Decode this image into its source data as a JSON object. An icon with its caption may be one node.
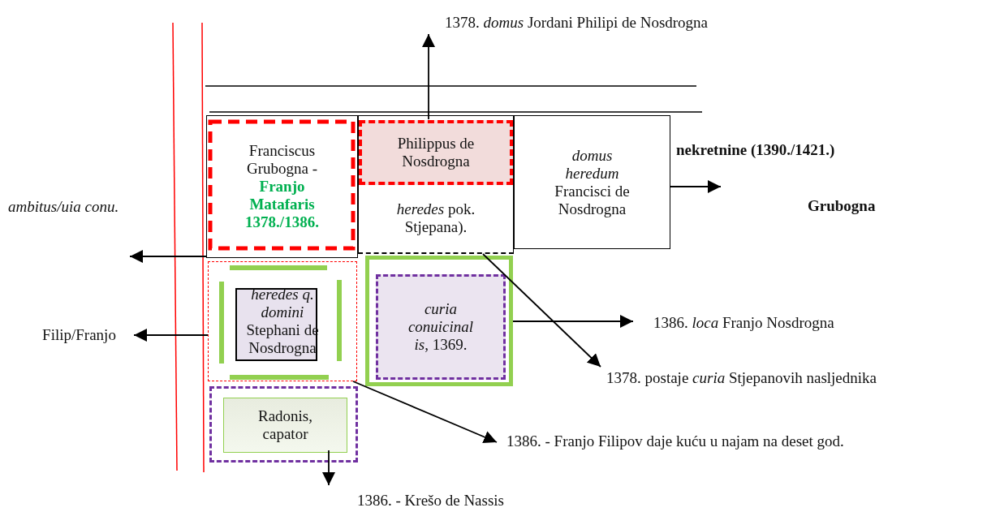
{
  "diagram": {
    "nodes": [
      {
        "text": [
          "Franciscus Grubogna -",
          "Franjo Matafaris 1378./1386."
        ]
      },
      {
        "text": [
          "*heredes* pok. Stjepana)."
        ]
      },
      {
        "text": [
          "Philippus de Nosdrogna"
        ],
        "in": 1
      },
      {
        "text": [
          "*domus heredum* Francisci de Nosdrogna"
        ],
        "beside": [
          "nekretnine (1390./1421.)"
        ]
      },
      {
        "text": [
          "*heredes q. domini* Stephani de Nosdrogna"
        ]
      },
      {
        "text": [],
        "shape": "box"
      },
      {
        "text": [
          "*curia conuicinal is*, 1369."
        ],
        "in": 5
      },
      {
        "text": [],
        "shape": "box"
      },
      {
        "text": [
          "Radonis, capator"
        ],
        "in": 7
      },
      {
        "text": [
          "1378. *domus* Jordani Philipi de Nosdrogna"
        ]
      },
      {
        "text": [
          "Filip/Franjo"
        ]
      },
      {
        "text": [
          "1386. *loca* Franjo Nosdrogna"
        ]
      },
      {
        "text": [
          "1378. postaje *curia* Stjepanovih nasljednika"
        ]
      },
      {
        "text": [
          "1386. - Franjo Filipov daje kuću u najam na deset god."
        ]
      },
      {
        "text": [
          "1386. - Krešo de Nassis"
        ]
      }
    ],
    "edges": [
      {
        "from": 2,
        "to": 9,
        "arrow": "to"
      },
      {
        "from": 3,
        "to": null,
        "arrow": "to"
      },
      {
        "from": 0,
        "to": null,
        "arrow": "to"
      },
      {
        "from": 4,
        "to": 10,
        "arrow": "to"
      },
      {
        "from": 5,
        "to": 11,
        "arrow": "to"
      },
      {
        "from": 1,
        "to": 12,
        "arrow": "to"
      },
      {
        "from": 4,
        "to": 13,
        "arrow": "to"
      },
      {
        "from": 8,
        "to": 14,
        "arrow": "to"
      }
    ],
    "labels": [
      "ambitus/uia conu.",
      "Grubogna"
    ]
  }
}
